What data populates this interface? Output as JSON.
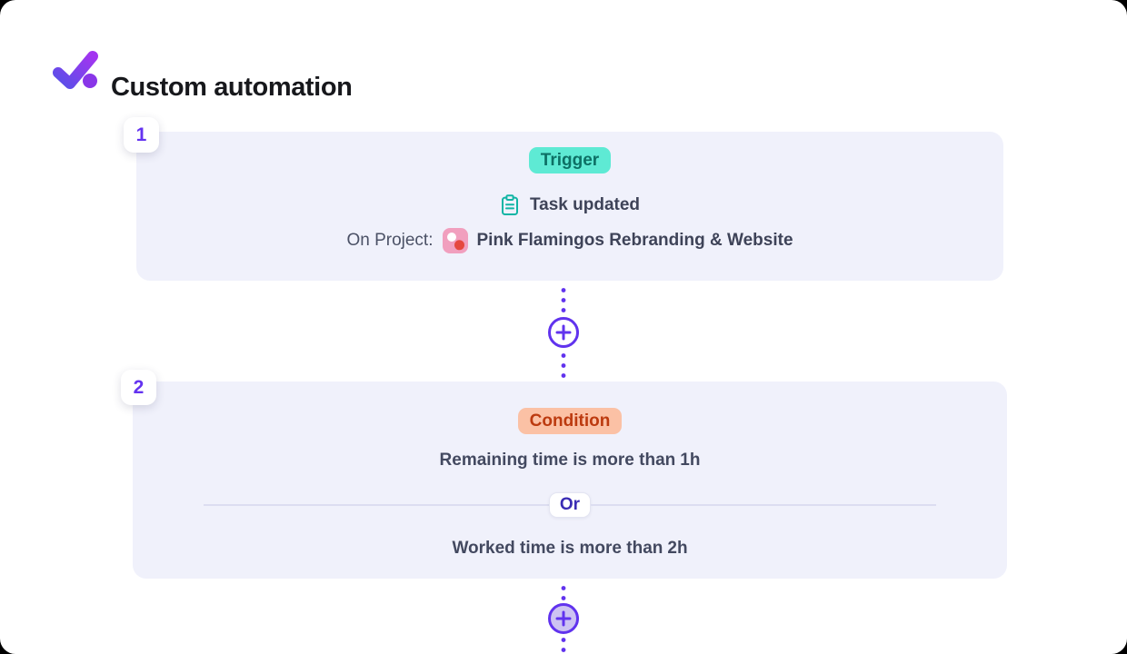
{
  "header": {
    "title": "Custom automation"
  },
  "steps": [
    {
      "number": "1",
      "type_badge": "Trigger",
      "event": "Task updated",
      "project_label": "On Project:",
      "project_name": "Pink Flamingos Rebranding & Website"
    },
    {
      "number": "2",
      "type_badge": "Condition",
      "condition_1": {
        "text": "Remaining time is more than",
        "value": "1h"
      },
      "operator": "Or",
      "condition_2": {
        "text": "Worked time is more than",
        "value": "2h"
      }
    }
  ],
  "icons": {
    "logo": "checkmark-logo-icon",
    "event": "clipboard-icon",
    "project": "project-color-icon",
    "add": "plus-icon"
  },
  "colors": {
    "accent_purple": "#6133ee",
    "card_bg": "#f0f1fb",
    "trigger_badge_bg": "#5eead4",
    "trigger_badge_text": "#0d7065",
    "condition_badge_bg": "#fbc1a5",
    "condition_badge_text": "#bc3a0f",
    "title_text": "#17181c",
    "body_text": "#3e4358",
    "or_text": "#3a2cb4",
    "project_icon_bg": "#f19fbe",
    "project_icon_dot": "#e5483e",
    "clipboard_icon": "#12b5a5"
  }
}
